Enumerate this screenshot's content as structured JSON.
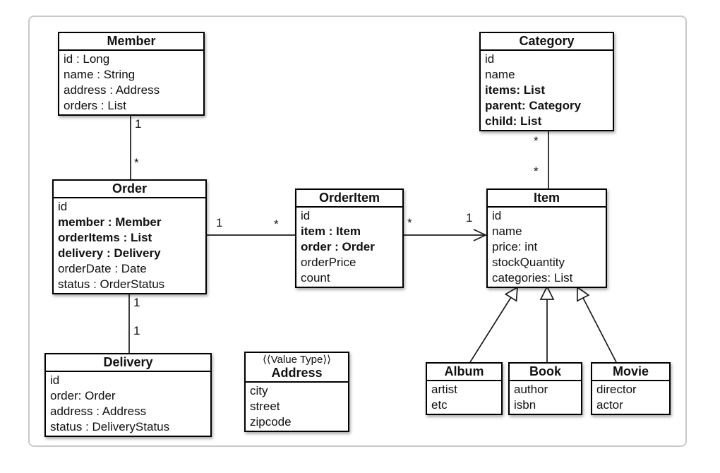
{
  "diagram": {
    "kind": "uml-class-diagram",
    "colors": {
      "background": "#ffffff",
      "frame_border": "#c9c9c9",
      "box_border": "#000000",
      "box_fill": "#ffffff",
      "text": "#111111"
    }
  },
  "classes": {
    "member": {
      "title": "Member",
      "attrs": [
        {
          "text": "id : Long",
          "bold": false
        },
        {
          "text": "name : String",
          "bold": false
        },
        {
          "text": "address : Address",
          "bold": false
        },
        {
          "text": "orders : List",
          "bold": false
        }
      ]
    },
    "category": {
      "title": "Category",
      "attrs": [
        {
          "text": "id",
          "bold": false
        },
        {
          "text": "name",
          "bold": false
        },
        {
          "text": "items: List",
          "bold": true
        },
        {
          "text": "parent: Category",
          "bold": true
        },
        {
          "text": "child: List",
          "bold": true
        }
      ]
    },
    "order": {
      "title": "Order",
      "attrs": [
        {
          "text": "id",
          "bold": false
        },
        {
          "text": "member : Member",
          "bold": true
        },
        {
          "text": "orderItems : List",
          "bold": true
        },
        {
          "text": "delivery : Delivery",
          "bold": true
        },
        {
          "text": "orderDate : Date",
          "bold": false
        },
        {
          "text": "status : OrderStatus",
          "bold": false
        }
      ]
    },
    "orderItem": {
      "title": "OrderItem",
      "attrs": [
        {
          "text": "id",
          "bold": false
        },
        {
          "text": "item : Item",
          "bold": true
        },
        {
          "text": "order : Order",
          "bold": true
        },
        {
          "text": "orderPrice",
          "bold": false
        },
        {
          "text": "count",
          "bold": false
        }
      ]
    },
    "item": {
      "title": "Item",
      "attrs": [
        {
          "text": "id",
          "bold": false
        },
        {
          "text": "name",
          "bold": false
        },
        {
          "text": "price: int",
          "bold": false
        },
        {
          "text": "stockQuantity",
          "bold": false
        },
        {
          "text": "categories: List",
          "bold": false
        }
      ]
    },
    "delivery": {
      "title": "Delivery",
      "attrs": [
        {
          "text": "id",
          "bold": false
        },
        {
          "text": "order: Order",
          "bold": false
        },
        {
          "text": "address : Address",
          "bold": false
        },
        {
          "text": "status : DeliveryStatus",
          "bold": false
        }
      ]
    },
    "address": {
      "stereotype": "⟨⟨Value Type⟩⟩",
      "title": "Address",
      "attrs": [
        {
          "text": "city",
          "bold": false
        },
        {
          "text": "street",
          "bold": false
        },
        {
          "text": "zipcode",
          "bold": false
        }
      ]
    },
    "album": {
      "title": "Album",
      "attrs": [
        {
          "text": "artist",
          "bold": false
        },
        {
          "text": "etc",
          "bold": false
        }
      ]
    },
    "book": {
      "title": "Book",
      "attrs": [
        {
          "text": "author",
          "bold": false
        },
        {
          "text": "isbn",
          "bold": false
        }
      ]
    },
    "movie": {
      "title": "Movie",
      "attrs": [
        {
          "text": "director",
          "bold": false
        },
        {
          "text": "actor",
          "bold": false
        }
      ]
    }
  },
  "relations": {
    "member_order": {
      "from": "Member",
      "to": "Order",
      "from_mult": "1",
      "to_mult": "*",
      "type": "association"
    },
    "category_item": {
      "from": "Category",
      "to": "Item",
      "from_mult": "*",
      "to_mult": "*",
      "type": "association"
    },
    "order_orderitem": {
      "from": "Order",
      "to": "OrderItem",
      "from_mult": "1",
      "to_mult": "*",
      "type": "association"
    },
    "orderitem_item": {
      "from": "OrderItem",
      "to": "Item",
      "from_mult": "*",
      "to_mult": "1",
      "type": "directed-association"
    },
    "order_delivery": {
      "from": "Order",
      "to": "Delivery",
      "from_mult": "1",
      "to_mult": "1",
      "type": "association"
    },
    "item_album": {
      "from": "Album",
      "to": "Item",
      "type": "generalization"
    },
    "item_book": {
      "from": "Book",
      "to": "Item",
      "type": "generalization"
    },
    "item_movie": {
      "from": "Movie",
      "to": "Item",
      "type": "generalization"
    }
  }
}
